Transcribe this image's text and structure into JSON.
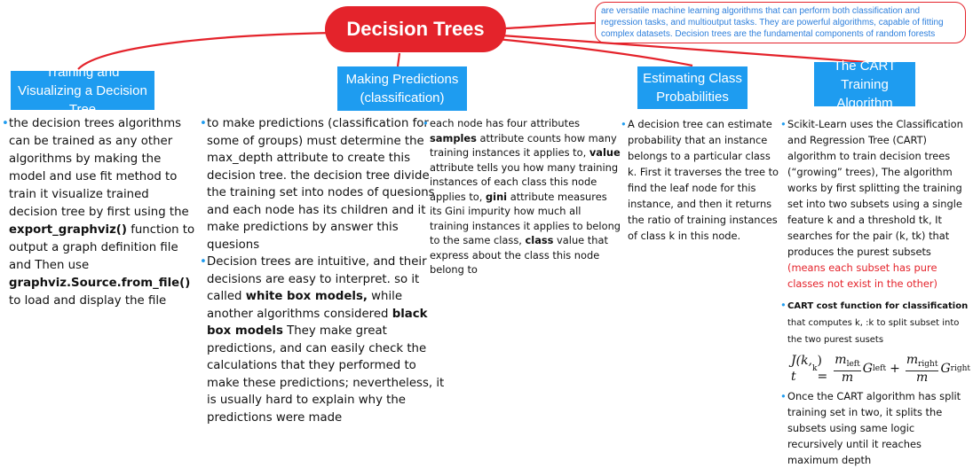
{
  "root": {
    "title": "Decision Trees"
  },
  "note": {
    "text": "are versatile machine learning algorithms that can perform both classification and regression tasks, and multioutput tasks. They are powerful algorithms, capable of fitting complex datasets. Decision trees are the fundamental components of random forests"
  },
  "colors": {
    "accent_red": "#e4232b",
    "topic_blue": "#1e9cf0",
    "note_text": "#2d7fdc"
  },
  "topics": [
    {
      "label": "Training and Visualizing a Decision Tree",
      "bullets": [
        {
          "parts": [
            {
              "t": "the decision trees algorithms can be trained as any other algorithms by making the model and use fit method to train it visualize trained decision tree by first using the "
            },
            {
              "t": "export_graphviz()",
              "b": true
            },
            {
              "t": " function to output a graph definition file and Then use "
            },
            {
              "t": "graphviz.Source.from_file()",
              "b": true
            },
            {
              "t": " to load and display the file"
            }
          ]
        }
      ]
    },
    {
      "label": "Making Predictions (classification)",
      "bullets": [
        {
          "parts": [
            {
              "t": "to make predictions (classification for some of groups) must determine the max_depth attribute to create this decision tree. the decision tree divide the training set into nodes of quesions and each node has its children and it make predictions by answer this quesions"
            }
          ]
        },
        {
          "parts": [
            {
              "t": "Decision trees are intuitive, and their decisions are easy to interpret. so it called "
            },
            {
              "t": "white box models,",
              "b": true
            },
            {
              "t": " while another algorithms considered "
            },
            {
              "t": "black box models",
              "b": true
            },
            {
              "t": " They make great predictions, and can easily check the calculations that they performed to make these predictions; nevertheless, it is usually hard to explain why the predictions were made"
            }
          ]
        }
      ]
    },
    {
      "label": "Estimating Class Probabilities",
      "bullets": [
        {
          "parts": [
            {
              "t": "each node has four attributes "
            },
            {
              "t": "samples",
              "b": true
            },
            {
              "t": " attribute counts how many training instances it applies to, "
            },
            {
              "t": "value",
              "b": true
            },
            {
              "t": " attribute tells you how many training instances of each class this node applies to, "
            },
            {
              "t": "gini",
              "b": true
            },
            {
              "t": " attribute measures its Gini impurity how much all training instances it applies to belong to the same class, "
            },
            {
              "t": "class",
              "b": true
            },
            {
              "t": " value that express about the class this node belong to"
            }
          ]
        }
      ]
    },
    {
      "label": "The CART Training Algorithm",
      "bullets": [
        {
          "parts": [
            {
              "t": "A decision tree can estimate probability that an instance belongs to a particular class k. First it traverses the tree to find the leaf node for this instance, and then it returns the ratio of training instances of class k in this node."
            }
          ]
        }
      ]
    }
  ],
  "cart": {
    "bullet1": [
      {
        "t": "Scikit-Learn uses the Classification and Regression Tree (CART) algorithm to train decision trees (“growing” trees), The algorithm works by first splitting the training set into two subsets using a single feature k and a threshold tk,  It searches for the pair (k, tk) that produces the purest subsets "
      },
      {
        "t": "(means each subset has pure classes not exist in the other)",
        "red": true
      }
    ],
    "cost_title": "CART cost function for classification",
    "cost_desc": "that computes k, :k to split subset into the two purest susets",
    "formula": {
      "lhs": "J(k, t",
      "lhs_sub": "k",
      "lhs_end": ") =",
      "m_left": "m",
      "m_left_sub": "left",
      "den": "m",
      "g": "G",
      "g_left_sub": "left",
      "plus": "+",
      "m_right": "m",
      "m_right_sub": "right",
      "g_right_sub": "right"
    },
    "bullet3": "Once the CART algorithm has split training set in two, it splits the subsets using same logic recursively until it reaches maximum depth"
  }
}
